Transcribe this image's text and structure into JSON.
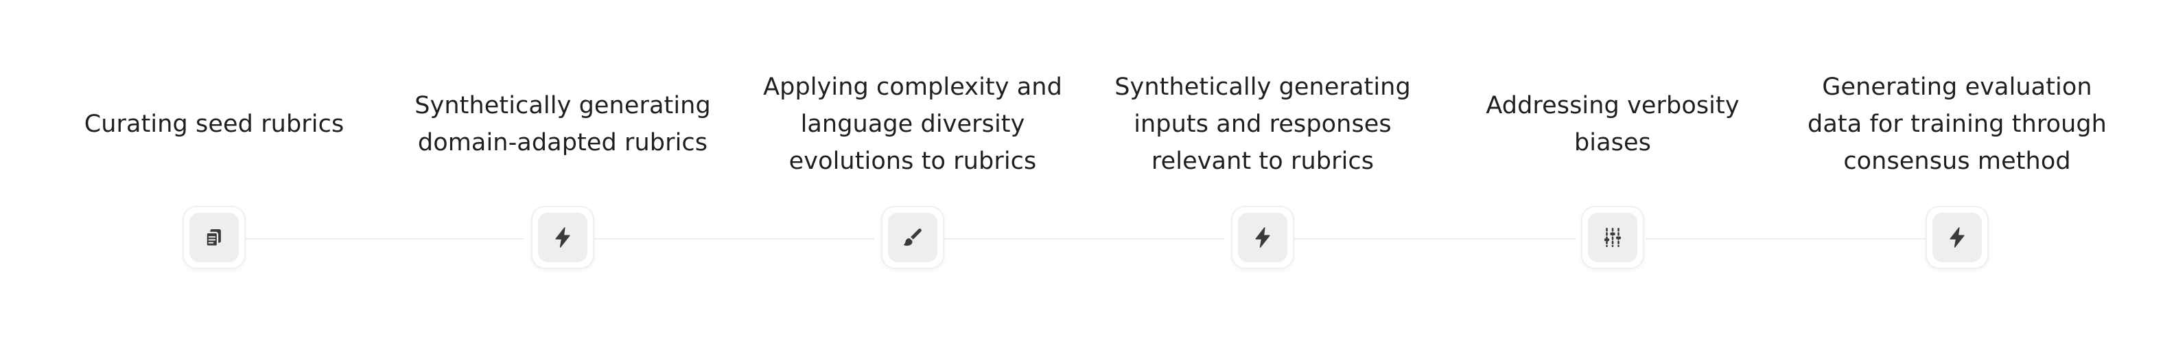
{
  "steps": [
    {
      "label": "Curating seed rubrics",
      "icon": "documents-icon"
    },
    {
      "label": "Synthetically generating\ndomain-adapted rubrics",
      "icon": "lightning-icon"
    },
    {
      "label": "Applying complexity and\nlanguage diversity\nevolutions to rubrics",
      "icon": "paintbrush-icon"
    },
    {
      "label": "Synthetically generating\ninputs and responses\nrelevant to rubrics",
      "icon": "lightning-icon"
    },
    {
      "label": "Addressing verbosity\nbiases",
      "icon": "sliders-icon"
    },
    {
      "label": "Generating evaluation\ndata for training through\nconsensus method",
      "icon": "lightning-icon"
    }
  ],
  "colors": {
    "icon": "#3a3a3a",
    "icon_bg": "#eeeef0",
    "connector": "#eeeeee",
    "text": "#1f1f1f"
  }
}
